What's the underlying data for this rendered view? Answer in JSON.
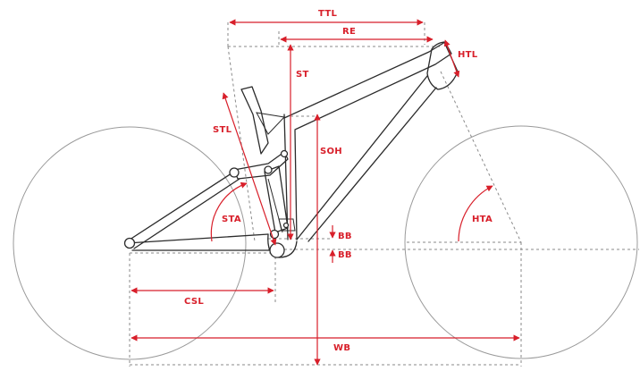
{
  "labels": {
    "ttl": "TTL",
    "re": "RE",
    "htl": "HTL",
    "st": "ST",
    "stl": "STL",
    "soh": "SOH",
    "sta": "STA",
    "hta": "HTA",
    "bb": "BB",
    "csl": "CSL",
    "wb": "WB"
  },
  "colors": {
    "dimension": "#d81f2a",
    "frame": "#2b2b2b",
    "wheel": "#9a9a9a",
    "guide": "#8a8a8a"
  }
}
